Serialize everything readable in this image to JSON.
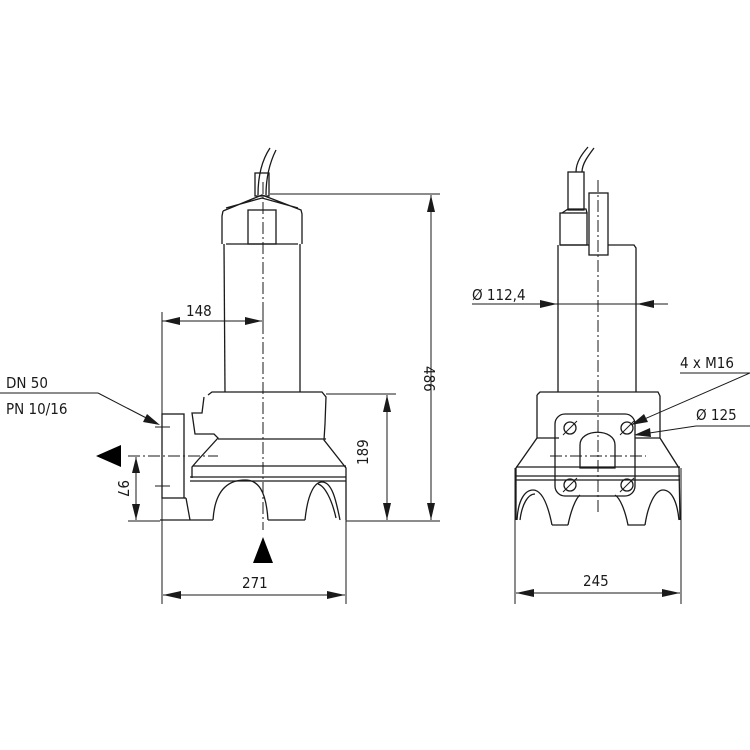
{
  "drawing": {
    "title": "Submersible pump dimension drawing",
    "background": "#ffffff",
    "line_color": "#1a1a1a",
    "views": [
      {
        "name": "front-view"
      },
      {
        "name": "side-view"
      }
    ]
  },
  "labels": {
    "dim_148": "148",
    "dim_486": "486",
    "dim_189": "189",
    "dim_97": "97",
    "dim_271": "271",
    "dim_245": "245",
    "connection_line1": "DN 50",
    "connection_line2": "PN 10/16",
    "diameter_motor": "Ø 112,4",
    "bolts": "4 x M16",
    "diameter_flange": "Ø 125"
  }
}
